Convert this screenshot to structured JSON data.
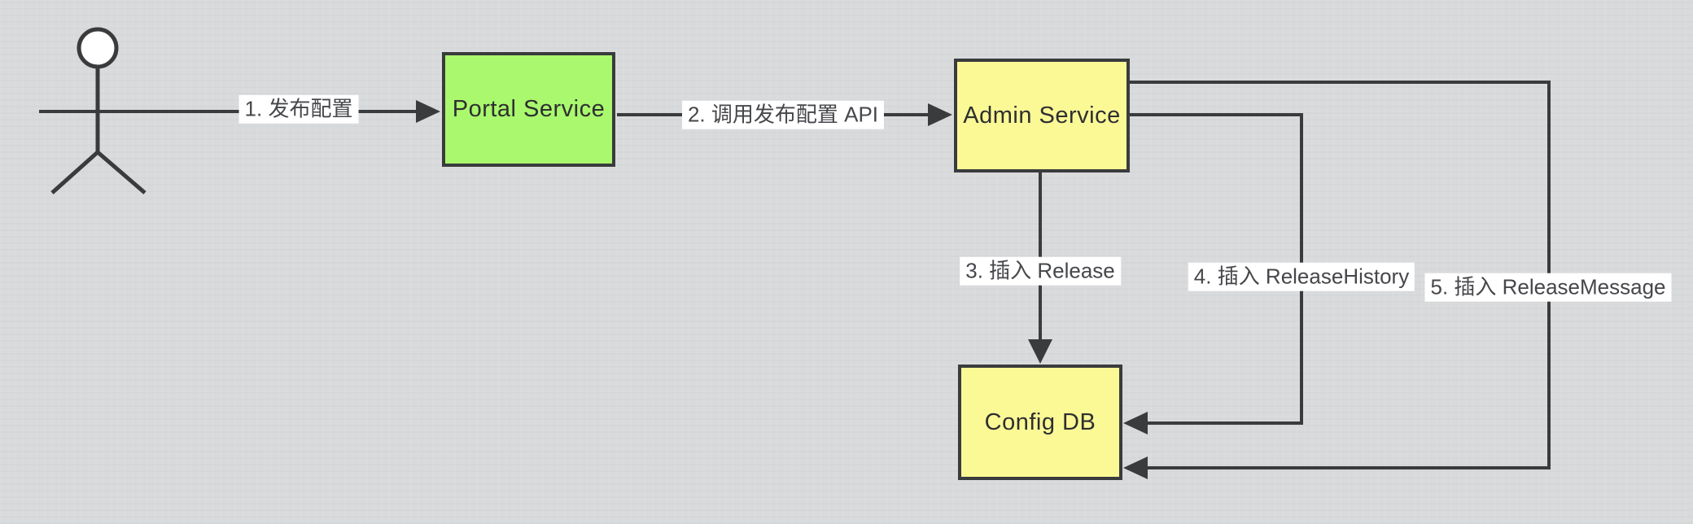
{
  "background": {
    "color": "#d9dadc"
  },
  "diagram": {
    "actor": {
      "name": "user-actor"
    },
    "nodes": [
      {
        "id": "portal",
        "label": "Portal Service",
        "fill": "#aaf86d"
      },
      {
        "id": "admin",
        "label": "Admin Service",
        "fill": "#fbf996"
      },
      {
        "id": "configdb",
        "label": "Config DB",
        "fill": "#fbf996"
      }
    ],
    "edges": [
      {
        "id": "e1",
        "label": "1. 发布配置",
        "from": "user-actor",
        "to": "portal-service"
      },
      {
        "id": "e2",
        "label": "2. 调用发布配置 API",
        "from": "portal-service",
        "to": "admin-service"
      },
      {
        "id": "e3",
        "label": "3. 插入 Release",
        "from": "admin-service",
        "to": "config-db"
      },
      {
        "id": "e4",
        "label": "4. 插入 ReleaseHistory",
        "from": "admin-service",
        "to": "config-db"
      },
      {
        "id": "e5",
        "label": "5. 插入 ReleaseMessage",
        "from": "admin-service",
        "to": "config-db"
      }
    ],
    "colors": {
      "stroke": "#3a3b3d",
      "label_background": "#ffffff",
      "label_text": "#46474b",
      "node_text": "#2e2f31"
    }
  }
}
